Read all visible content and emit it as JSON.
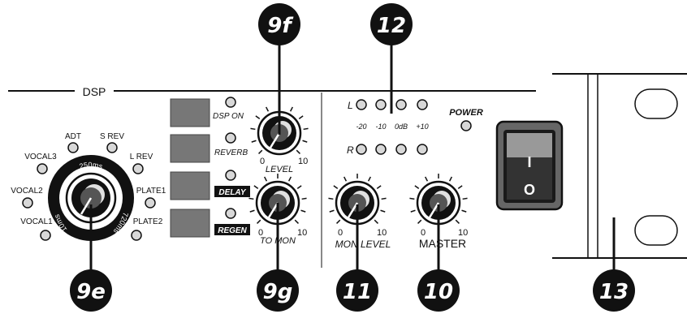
{
  "section_title": "DSP",
  "callouts": {
    "c9e": "9e",
    "c9f": "9f",
    "c9g": "9g",
    "c10": "10",
    "c11": "11",
    "c12": "12",
    "c13": "13"
  },
  "effect_selector": {
    "options": [
      "ADT",
      "S REV",
      "VOCAL3",
      "L REV",
      "VOCAL2",
      "PLATE1",
      "VOCAL1",
      "PLATE2"
    ],
    "arc_top": "250ms",
    "arc_left": "10ms",
    "arc_right": "720ms"
  },
  "dsp_buttons": {
    "dsp_on": "DSP ON",
    "reverb": "REVERB",
    "delay": "DELAY",
    "regen": "REGEN"
  },
  "knobs": {
    "level": {
      "label": "LEVEL",
      "min": "0",
      "max": "10"
    },
    "to_mon": {
      "label": "TO MON",
      "min": "0",
      "max": "10"
    },
    "mon_level": {
      "label": "MON LEVEL",
      "min": "0",
      "max": "10"
    },
    "master": {
      "label": "MASTER",
      "min": "0",
      "max": "10"
    }
  },
  "meter": {
    "left": "L",
    "right": "R",
    "scale": [
      "-20",
      "-10",
      "0dB",
      "+10"
    ]
  },
  "power": {
    "label": "POWER",
    "on": "I",
    "off": "O"
  }
}
